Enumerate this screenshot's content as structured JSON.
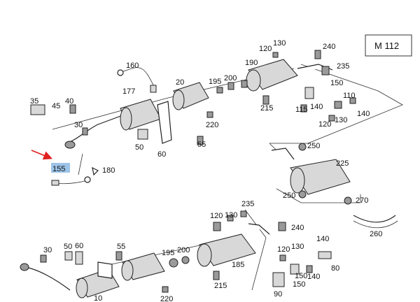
{
  "model": "M 112",
  "highlighted_part": "155",
  "accent_color": "#e02020",
  "highlight_color": "#9cc4e8",
  "labels": {
    "l120a": "120",
    "l130a": "130",
    "l240a": "240",
    "l190": "190",
    "l235a": "235",
    "l160": "160",
    "l177": "177",
    "l20": "20",
    "l195a": "195",
    "l200a": "200",
    "l150a": "150",
    "l110": "110",
    "l35": "35",
    "l45": "45",
    "l40": "40",
    "l215a": "215",
    "l115": "115",
    "l140a": "140",
    "l140b": "140",
    "l120b": "120",
    "l130b": "130",
    "l30a": "30",
    "l220a": "220",
    "l50a": "50",
    "l60a": "60",
    "l55a": "55",
    "l250a": "250",
    "l225": "225",
    "l155": "155",
    "l180": "180",
    "l250b": "250",
    "l270": "270",
    "l260": "260",
    "l235b": "235",
    "l120c": "120",
    "l130c": "130",
    "l240b": "240",
    "l140c": "140",
    "l30b": "30",
    "l50b": "50",
    "l60b": "60",
    "l55b": "55",
    "l195b": "195",
    "l200b": "200",
    "l120d": "120",
    "l130d": "130",
    "l185": "185",
    "l80": "80",
    "l150b": "150",
    "l140d": "140",
    "l215b": "215",
    "l90": "90",
    "l150c": "150",
    "l10": "10",
    "l220b": "220"
  }
}
